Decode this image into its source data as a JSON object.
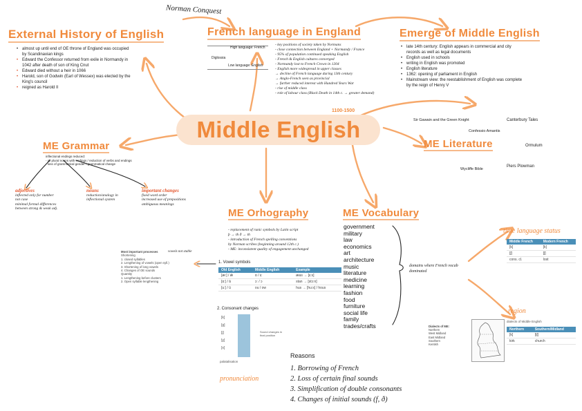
{
  "top_note": "Norman Conquest",
  "center": {
    "title": "Middle English",
    "dates": "1100-1500"
  },
  "external": {
    "title": "External History of English",
    "items": [
      "almost up until end of OE throne of England was occupied by Scandinavian kings",
      "Edward the Confessor returned from exile in Normandy in 1042 after death of son of King Cnut",
      "Edward died without a heir in 1066",
      "Harold, son of Godwin (Earl of Wessex) was elected by the King's council",
      "reigned as Harold II"
    ]
  },
  "french": {
    "title": "French language in England",
    "diagram": {
      "high": "High language: French",
      "label": "Diglossia",
      "low": "Low language: English"
    },
    "notes": [
      "- key positions of society taken by Normans",
      "- close connection between England + Normandy / France",
      "- 95% of population continued speaking English",
      "- French & English cultures converged",
      "- Normandy lost to French Crown in 1204",
      "- English more widespread in upper classes",
      "  → decline of French language during 13th century",
      "  → Anglo-French seen as provincial",
      "  → further reduced interest with Hundred Years War",
      "- rise of middle class",
      "- role of labour class (Black Death in 14th c. → greater demand)"
    ]
  },
  "emerge": {
    "title": "Emerge of Middle English",
    "items": [
      "late 14th century: English appears in commercial and city records as well as legal documents",
      "English used in schools",
      "writing in English was promoted",
      "English literature",
      "1362: opening of parliament in English",
      "Mainstream view: the reestablishment of English was complete by the reign of Henry V"
    ]
  },
  "grammar": {
    "title": "ME Grammar",
    "intro": [
      "inflectional endings reduced:",
      "- all plural nouns with endings / reduction of verbs and endings",
      "- loss of grammatical gender / grammatical change"
    ],
    "branches": [
      {
        "head": "adjectives",
        "lines": [
          "inflected only for number",
          "not case",
          "minimal formal differences",
          "between strong & weak adj."
        ]
      },
      {
        "head": "nouns",
        "lines": [
          "reduction/analogy in",
          "inflectional system"
        ]
      },
      {
        "head": "important changes",
        "lines": [
          "fixed word order",
          "increased use of prepositions",
          "ambiguous meanings"
        ]
      }
    ]
  },
  "orthography": {
    "title": "ME Orhography",
    "notes": [
      "- replacement of runic symbols by Latin script",
      "  þ → th     ð → th",
      "- introduction of French spelling conventions",
      "  by Norman scribes (beginning around 12th c.)",
      "- ME: inconsistent quality of engagement unchanged"
    ]
  },
  "vocab": {
    "title": "ME Vocabulary",
    "words": [
      "government",
      "military",
      "law",
      "economics",
      "art",
      "architecture",
      "music",
      "literature",
      "medicine",
      "learning",
      "fashion",
      "food",
      "furniture",
      "social life",
      "family",
      "trades/crafts"
    ],
    "note": "domains where French vocab dominated"
  },
  "literature": {
    "title": "ME Literature",
    "works": [
      "Sir Gawain and the Green Knight",
      "Canterbury Tales",
      "Confessio Amantis",
      "Ormulum",
      "Wycliffe Bible",
      "Piers Plowman"
    ]
  },
  "phonology": {
    "title": "Most important processes",
    "lines": [
      "Shortening",
      "1. closed syllables",
      "2. Lengthening of vowels (open syll.)",
      "3. Shortening of long vowels",
      "4. Changes of OE sounds",
      "Quantity",
      "1. Lengthening before clusters",
      "2. Open syllable lengthening"
    ],
    "callout": "vowels not stable"
  },
  "vowel_table": {
    "title": "1. Vowel symbols",
    "headers": [
      "Old English",
      "Middle English",
      "Example"
    ],
    "rows": [
      [
        "[æ:] / ǣ",
        "ɑ / ɛ:",
        "æas → [ɛ:s]"
      ],
      [
        "[ɑ:] / ā",
        "ɔ: / ɔ",
        "stan → [stɔ:n]"
      ],
      [
        "[u:] / ū",
        "ou / ow",
        "hus → [hu:s] / hous"
      ]
    ]
  },
  "consonant": {
    "title": "2. Consonant changes",
    "labels": [
      "[k]",
      "[g]",
      "[j]",
      "[ɣ]",
      "[x]"
    ],
    "caption": "Sound changes in final position",
    "footer": "palatalisation"
  },
  "pronunciation": "pronunciation",
  "reasons": {
    "title": "Reasons",
    "items": [
      "1. Borrowing of French",
      "2. Loss of certain final sounds",
      "3. Simplification of double consonants",
      "4. Changes of initial sounds (f, ð)"
    ]
  },
  "status": {
    "title": "time language status",
    "headers": [
      "Middle French",
      "Modern French"
    ],
    "rows": [
      [
        "[k]",
        "[k]"
      ],
      [
        "[ʃ]",
        "[ʃ]"
      ],
      [
        "cons. cl.",
        "lost"
      ]
    ]
  },
  "region": {
    "title": "region",
    "caption": "dialects of Middle English",
    "headers": [
      "Northern",
      "Southern/Midland"
    ],
    "rows": [
      [
        "[k]",
        "[tʃ]"
      ],
      [
        "kirk",
        "church"
      ]
    ],
    "map_caption": "Dialects of ME:",
    "map_items": [
      "Northern",
      "West Midland",
      "East Midland",
      "Southern",
      "Kentish"
    ]
  },
  "colors": {
    "accent": "#f08a3c",
    "blob": "#fbe3cf",
    "table_head": "#4a8fb8"
  }
}
